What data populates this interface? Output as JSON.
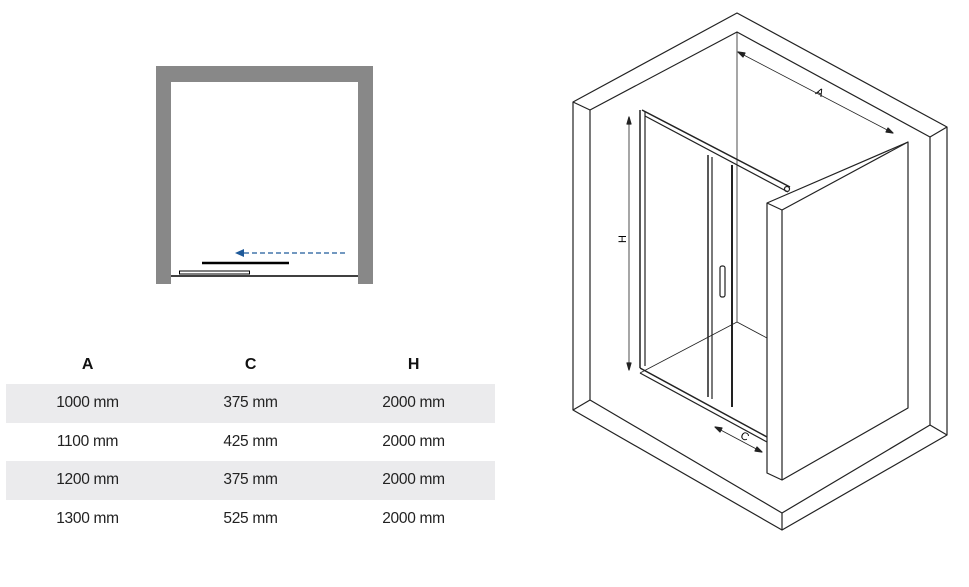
{
  "colors": {
    "wall": "#888888",
    "arrow": "#1f5a9a",
    "row_shade": "#ebebed"
  },
  "plan_view": {
    "icon": "sliding-door-plan-icon"
  },
  "iso_view": {
    "labels": {
      "a": "A",
      "h": "H",
      "c": "C"
    }
  },
  "table": {
    "headers": [
      "A",
      "C",
      "H"
    ],
    "rows": [
      [
        "1000 mm",
        "375 mm",
        "2000 mm"
      ],
      [
        "1100 mm",
        "425 mm",
        "2000 mm"
      ],
      [
        "1200 mm",
        "375 mm",
        "2000 mm"
      ],
      [
        "1300 mm",
        "525 mm",
        "2000 mm"
      ]
    ]
  }
}
